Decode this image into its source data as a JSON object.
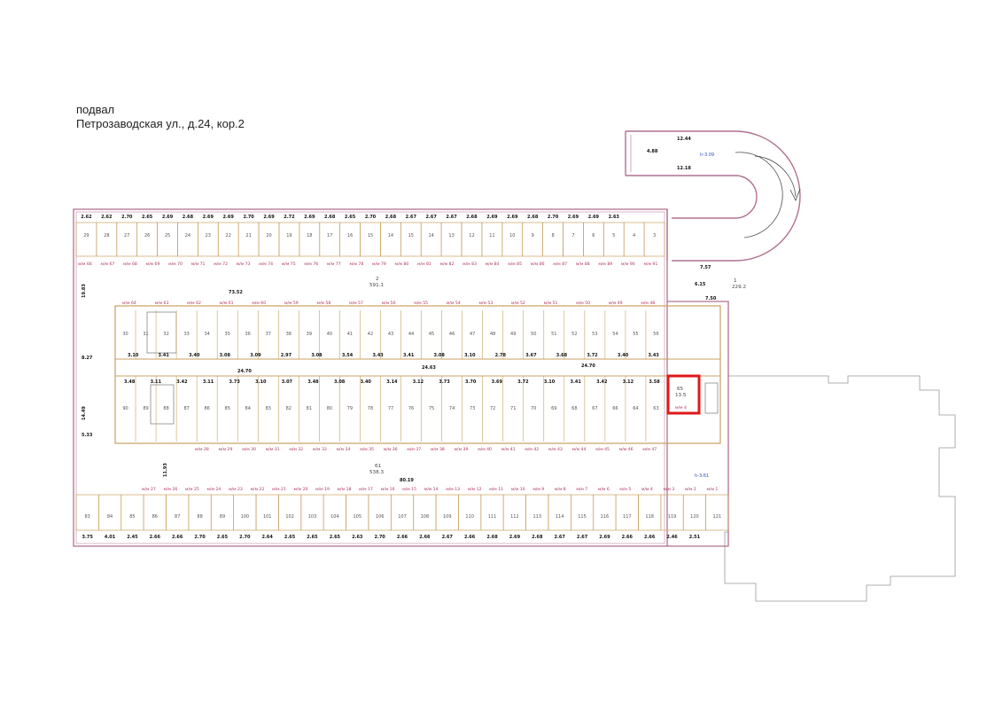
{
  "title": {
    "line1": "подвал",
    "line2": "Петрозаводская ул., д.24, кор.2"
  },
  "colors": {
    "wall_outer": "#b07090",
    "wall_inner": "#c8a060",
    "highlight": "#e01818",
    "ramp": "#b07090",
    "accent_blue": "#3050c0"
  },
  "highlight_room": {
    "number": "65",
    "area": "13.5",
    "label": "м/м 4"
  },
  "top_row": {
    "widths": [
      "2.62",
      "2.62",
      "2.70",
      "2.65",
      "2.69",
      "2.68",
      "2.69",
      "2.69",
      "2.70",
      "2.69",
      "2.72",
      "2.69",
      "2.68",
      "2.65",
      "2.70",
      "2.68",
      "2.67",
      "2.67",
      "2.67",
      "2.68",
      "2.69",
      "2.69",
      "2.68",
      "2.70",
      "2.69",
      "2.69",
      "2.63"
    ],
    "rooms": [
      "29",
      "28",
      "27",
      "26",
      "25",
      "24",
      "23",
      "22",
      "21",
      "20",
      "19",
      "18",
      "17",
      "16",
      "15",
      "14",
      "15",
      "14",
      "13",
      "12",
      "11",
      "10",
      "9",
      "8",
      "7",
      "6",
      "5",
      "4",
      "3"
    ],
    "mm": [
      "м/м 66",
      "м/м 67",
      "м/м 68",
      "м/м 69",
      "м/м 70",
      "м/м 71",
      "м/м 72",
      "м/м 73",
      "м/м 74",
      "м/м 75",
      "м/м 76",
      "м/м 77",
      "м/м 78",
      "м/м 79",
      "м/м 80",
      "м/м 81",
      "м/м 82",
      "м/м 83",
      "м/м 84",
      "м/м 85",
      "м/м 86",
      "м/м 87",
      "м/м 88",
      "м/м 89",
      "м/м 90",
      "м/м 91"
    ]
  },
  "bottom_row": {
    "widths": [
      "3.75",
      "4.01",
      "2.45",
      "2.66",
      "2.66",
      "2.70",
      "2.65",
      "2.70",
      "2.64",
      "2.65",
      "2.65",
      "2.65",
      "2.63",
      "2.70",
      "2.66",
      "2.66",
      "2.67",
      "2.66",
      "2.68",
      "2.69",
      "2.68",
      "2.67",
      "2.67",
      "2.69",
      "2.66",
      "2.66",
      "2.46",
      "2.51"
    ],
    "rooms": [
      "83",
      "84",
      "85",
      "86",
      "87",
      "88",
      "89",
      "100",
      "101",
      "102",
      "103",
      "104",
      "105",
      "106",
      "107",
      "108",
      "109",
      "110",
      "111",
      "112",
      "113",
      "114",
      "115",
      "116",
      "117",
      "118",
      "119",
      "120",
      "121"
    ],
    "mm": [
      "м/м 27",
      "м/м 26",
      "м/м 25",
      "м/м 24",
      "м/м 23",
      "м/м 22",
      "м/м 21",
      "м/м 20",
      "м/м 19",
      "м/м 18",
      "м/м 17",
      "м/м 16",
      "м/м 15",
      "м/м 14",
      "м/м 13",
      "м/м 12",
      "м/м 11",
      "м/м 10",
      "м/м 9",
      "м/м 8",
      "м/м 7",
      "м/м 6",
      "м/м 5",
      "м/м 4",
      "м/м 3",
      "м/м 2",
      "м/м 1"
    ]
  },
  "upper_block": {
    "mm": [
      "м/м 64",
      "м/м 63",
      "м/м 62",
      "м/м 61",
      "м/м 60",
      "м/м 59",
      "м/м 58",
      "м/м 57",
      "м/м 56",
      "м/м 55",
      "м/м 54",
      "м/м 53",
      "м/м 52",
      "м/м 51",
      "м/м 50",
      "м/м 49",
      "м/м 48"
    ],
    "rooms": [
      "30",
      "31",
      "32",
      "33",
      "34",
      "35",
      "36",
      "37",
      "38",
      "39",
      "40",
      "41",
      "42",
      "43",
      "44",
      "45",
      "46",
      "47",
      "48",
      "49",
      "50",
      "51",
      "52",
      "53",
      "54",
      "55",
      "56"
    ],
    "dims": [
      "3.10",
      "3.41",
      "3.40",
      "3.08",
      "3.09",
      "2.97",
      "3.08",
      "3.54",
      "3.43",
      "3.41",
      "3.08",
      "3.10",
      "2.78",
      "3.67",
      "3.68",
      "3.72",
      "3.40",
      "3.43"
    ]
  },
  "lower_block": {
    "mm": [
      "м/м 28",
      "м/м 29",
      "м/м 30",
      "м/м 31",
      "м/м 32",
      "м/м 33",
      "м/м 34",
      "м/м 35",
      "м/м 36",
      "м/м 37",
      "м/м 38",
      "м/м 39",
      "м/м 40",
      "м/м 41",
      "м/м 42",
      "м/м 43",
      "м/м 44",
      "м/м 45",
      "м/м 46",
      "м/м 47"
    ],
    "rooms": [
      "90",
      "89",
      "88",
      "87",
      "86",
      "85",
      "84",
      "83",
      "82",
      "81",
      "80",
      "79",
      "78",
      "77",
      "76",
      "75",
      "74",
      "73",
      "72",
      "71",
      "70",
      "69",
      "68",
      "67",
      "66",
      "64",
      "63"
    ],
    "dims": [
      "3.48",
      "3.11",
      "3.42",
      "3.11",
      "3.73",
      "3.10",
      "3.07",
      "3.48",
      "3.08",
      "3.40",
      "3.14",
      "3.12",
      "3.73",
      "3.70",
      "3.69",
      "3.72",
      "3.10",
      "3.41",
      "3.42",
      "3.12",
      "3.58"
    ]
  },
  "labels": {
    "corridor_top": "24.70",
    "corridor_top2": "24.63",
    "corridor_top3": "24.70",
    "main_area_top": "73.52",
    "main_room_top": "2",
    "main_room_top_area": "591.1",
    "main_area_bottom": "80.19",
    "main_room_bottom": "61",
    "main_room_bottom_area": "538.3",
    "ramp_room": "1",
    "ramp_area": "229.2",
    "ramp_w1": "12.44",
    "ramp_w2": "12.18",
    "ramp_h": "4.88",
    "ramp_level": "h-3.09",
    "level_bottom": "h-3.61",
    "left_dims": [
      "19.83",
      "8.27",
      "14.49",
      "5.33",
      "11.93"
    ],
    "right_dims": [
      "7.57",
      "6.15",
      "7.50"
    ]
  }
}
